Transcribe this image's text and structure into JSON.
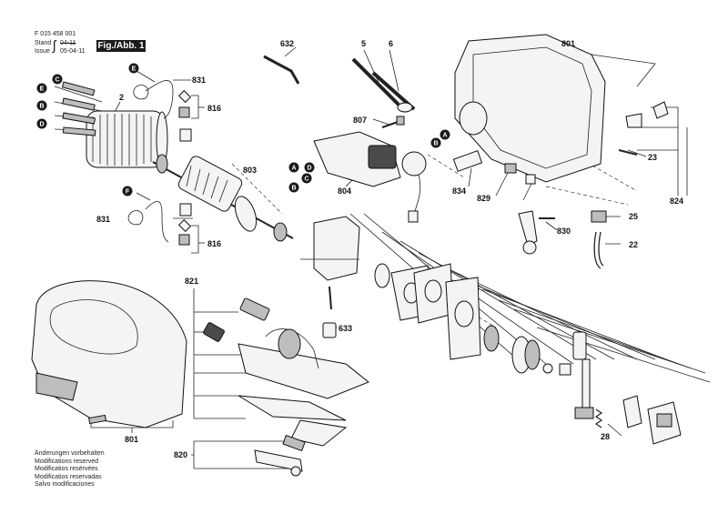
{
  "header": {
    "doc_number": "F 015 458 001",
    "stand_label": "Stand",
    "stand_value": "04-11",
    "issue_label": "Issue",
    "issue_value": "05-04-11",
    "figure_label": "Fig./Abb. 1"
  },
  "part_labels": {
    "p632": "632",
    "p5": "5",
    "p6": "6",
    "p801_top": "801",
    "p831_top": "831",
    "p2": "2",
    "p816_top": "816",
    "p807": "807",
    "p803": "803",
    "p804": "804",
    "p834": "834",
    "p829": "829",
    "p23": "23",
    "p824": "824",
    "p831_bot": "831",
    "p816_bot": "816",
    "p830": "830",
    "p25": "25",
    "p22": "22",
    "p821": "821",
    "p633": "633",
    "p801_bot": "801",
    "p820": "820",
    "p28": "28"
  },
  "connector_letters": {
    "c1": "C",
    "e1": "E",
    "e2": "E",
    "b1": "B",
    "d1": "D",
    "f1": "F",
    "a1": "A",
    "d2": "D",
    "c2": "C",
    "b2": "B",
    "a2": "A",
    "b3": "B"
  },
  "footer": {
    "line1": "Änderungen vorbehalten",
    "line2": "Modifications reserved",
    "line3": "Modificatios resérvées",
    "line4": "Modificatios reservadas",
    "line5": "Salvo modificaciones"
  },
  "colors": {
    "ink": "#111111",
    "badge": "#1a1a1a",
    "paper": "#ffffff"
  }
}
